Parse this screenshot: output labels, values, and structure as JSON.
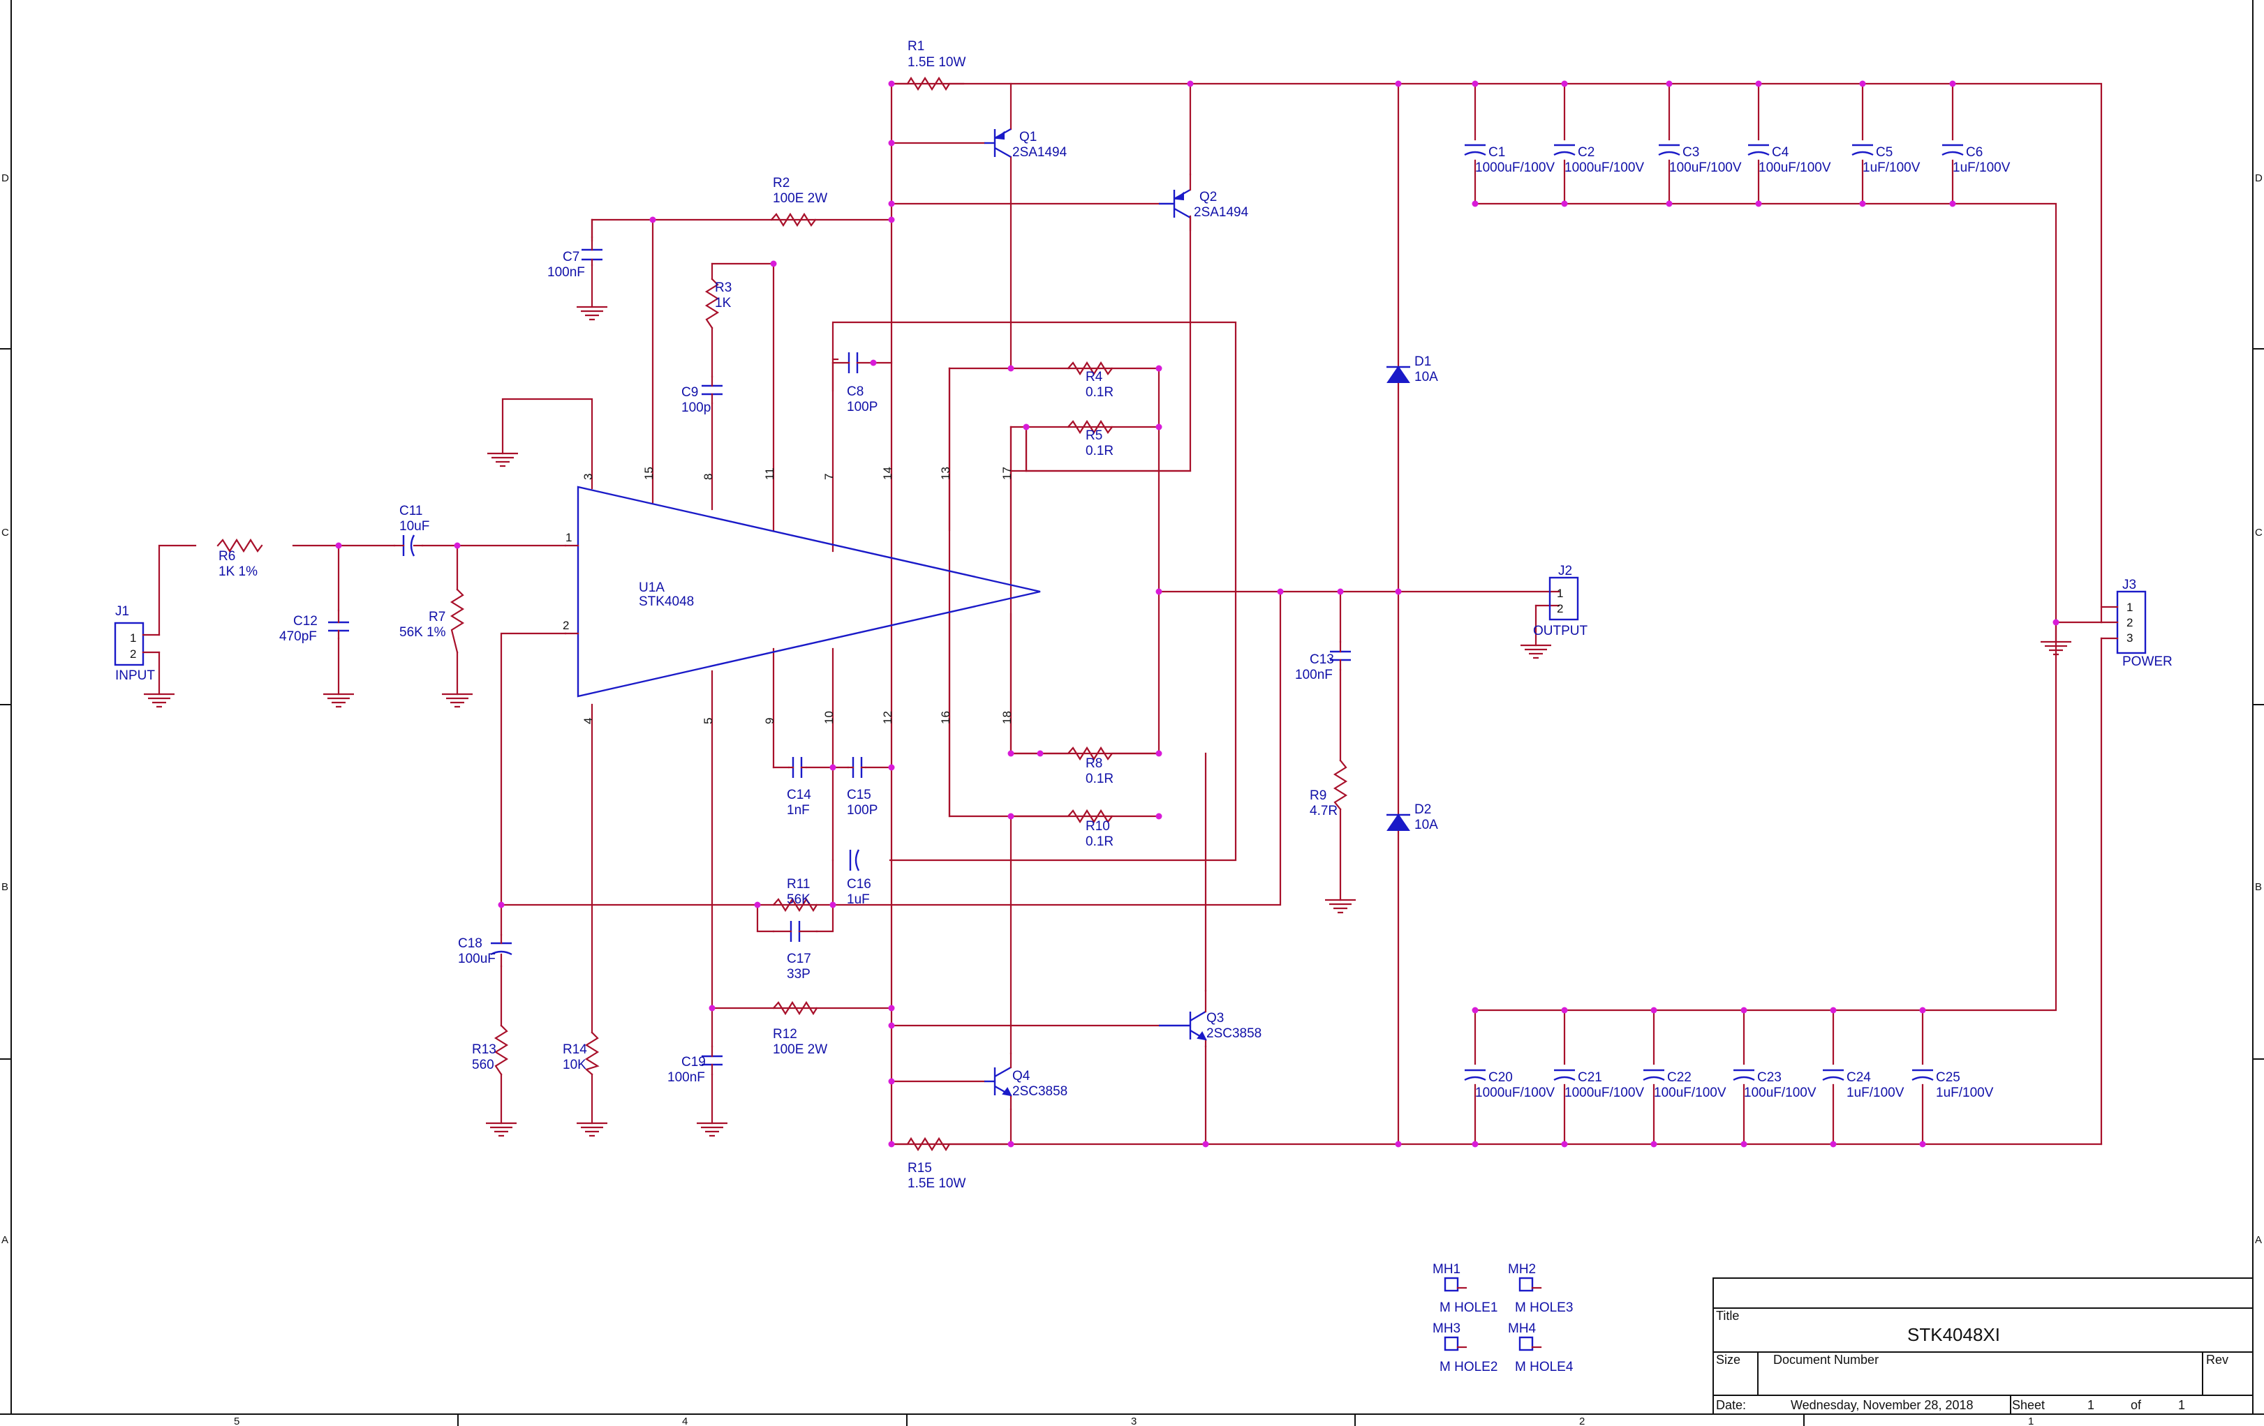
{
  "sheet": {
    "zones_top": [
      "D",
      "C",
      "B",
      "A"
    ],
    "zones_bottom": [
      "5",
      "4",
      "3",
      "2",
      "1"
    ]
  },
  "title_block": {
    "title_label": "Title",
    "title": "STK4048XI",
    "size_label": "Size",
    "docnum_label": "Document Number",
    "rev_label": "Rev",
    "date_label": "Date:",
    "date": "Wednesday, November 28, 2018",
    "sheet_label": "Sheet",
    "sheet_num": "1",
    "of_label": "of",
    "sheet_total": "1"
  },
  "ic": {
    "ref": "U1A",
    "value": "STK4048"
  },
  "components": {
    "R1": {
      "ref": "R1",
      "value": "1.5E 10W"
    },
    "R2": {
      "ref": "R2",
      "value": "100E 2W"
    },
    "R3": {
      "ref": "R3",
      "value": "1K"
    },
    "R4": {
      "ref": "R4",
      "value": "0.1R"
    },
    "R5": {
      "ref": "R5",
      "value": "0.1R"
    },
    "R6": {
      "ref": "R6",
      "value": "1K 1%"
    },
    "R7": {
      "ref": "R7",
      "value": "56K 1%"
    },
    "R8": {
      "ref": "R8",
      "value": "0.1R"
    },
    "R9": {
      "ref": "R9",
      "value": "4.7R"
    },
    "R10": {
      "ref": "R10",
      "value": "0.1R"
    },
    "R11": {
      "ref": "R11",
      "value": "56K"
    },
    "R12": {
      "ref": "R12",
      "value": "100E 2W"
    },
    "R13": {
      "ref": "R13",
      "value": "560"
    },
    "R14": {
      "ref": "R14",
      "value": "10K"
    },
    "R15": {
      "ref": "R15",
      "value": "1.5E 10W"
    },
    "C1": {
      "ref": "C1",
      "value": "1000uF/100V"
    },
    "C2": {
      "ref": "C2",
      "value": "1000uF/100V"
    },
    "C3": {
      "ref": "C3",
      "value": "100uF/100V"
    },
    "C4": {
      "ref": "C4",
      "value": "100uF/100V"
    },
    "C5": {
      "ref": "C5",
      "value": "1uF/100V"
    },
    "C6": {
      "ref": "C6",
      "value": "1uF/100V"
    },
    "C7": {
      "ref": "C7",
      "value": "100nF"
    },
    "C8": {
      "ref": "C8",
      "value": "100P"
    },
    "C9": {
      "ref": "C9",
      "value": "100p"
    },
    "C11": {
      "ref": "C11",
      "value": "10uF"
    },
    "C12": {
      "ref": "C12",
      "value": "470pF"
    },
    "C13": {
      "ref": "C13",
      "value": "100nF"
    },
    "C14": {
      "ref": "C14",
      "value": "1nF"
    },
    "C15": {
      "ref": "C15",
      "value": "100P"
    },
    "C16": {
      "ref": "C16",
      "value": "1uF"
    },
    "C17": {
      "ref": "C17",
      "value": "33P"
    },
    "C18": {
      "ref": "C18",
      "value": "100uF"
    },
    "C19": {
      "ref": "C19",
      "value": "100nF"
    },
    "C20": {
      "ref": "C20",
      "value": "1000uF/100V"
    },
    "C21": {
      "ref": "C21",
      "value": "1000uF/100V"
    },
    "C22": {
      "ref": "C22",
      "value": "100uF/100V"
    },
    "C23": {
      "ref": "C23",
      "value": "100uF/100V"
    },
    "C24": {
      "ref": "C24",
      "value": "1uF/100V"
    },
    "C25": {
      "ref": "C25",
      "value": "1uF/100V"
    },
    "Q1": {
      "ref": "Q1",
      "value": "2SA1494"
    },
    "Q2": {
      "ref": "Q2",
      "value": "2SA1494"
    },
    "Q3": {
      "ref": "Q3",
      "value": "2SC3858"
    },
    "Q4": {
      "ref": "Q4",
      "value": "2SC3858"
    },
    "D1": {
      "ref": "D1",
      "value": "10A"
    },
    "D2": {
      "ref": "D2",
      "value": "10A"
    },
    "J1": {
      "ref": "J1",
      "value": "INPUT"
    },
    "J2": {
      "ref": "J2",
      "value": "OUTPUT"
    },
    "J3": {
      "ref": "J3",
      "value": "POWER"
    },
    "MH1": {
      "ref": "MH1",
      "value": "M HOLE1"
    },
    "MH2": {
      "ref": "MH2",
      "value": "M HOLE3"
    },
    "MH3": {
      "ref": "MH3",
      "value": "M HOLE2"
    },
    "MH4": {
      "ref": "MH4",
      "value": "M HOLE4"
    }
  },
  "colors": {
    "wire": "#a8102a",
    "symbol": "#1a1ac8",
    "junction": "#d81bd8",
    "label": "#1010a8"
  }
}
